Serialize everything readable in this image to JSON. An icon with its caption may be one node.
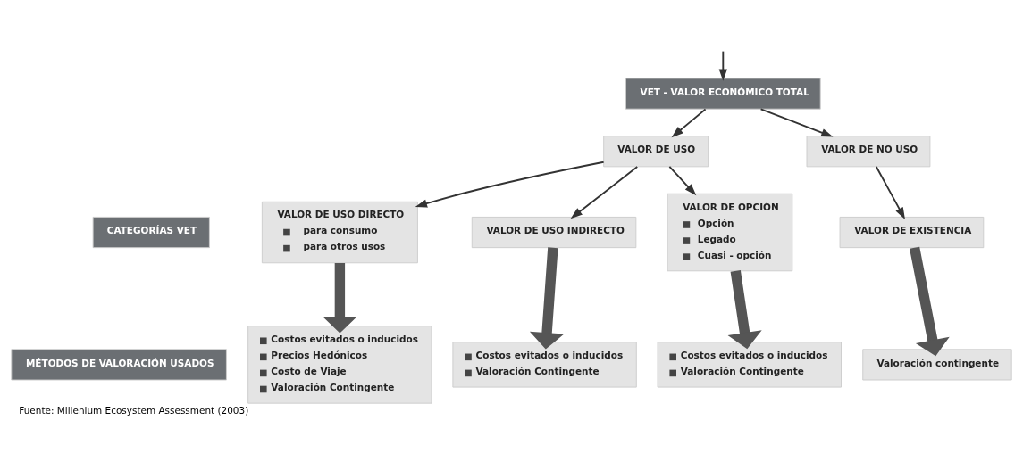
{
  "diagram": {
    "caption": "Fuente: Millenium Ecosystem Assessment (2003)",
    "nodes": [
      {
        "text": [
          "VET - VALOR ECONÓMICO TOTAL"
        ]
      },
      {
        "text": [
          "VALOR DE USO"
        ]
      },
      {
        "text": [
          "VALOR DE NO USO"
        ]
      },
      {
        "text": [
          "CATEGORÍAS VET"
        ]
      },
      {
        "text": [
          "VALOR DE USO DIRECTO",
          "para consumo",
          "para otros usos"
        ]
      },
      {
        "text": [
          "VALOR DE USO INDIRECTO"
        ]
      },
      {
        "text": [
          "VALOR DE OPCIÓN",
          "Opción",
          "Legado",
          "Cuasi - opción"
        ]
      },
      {
        "text": [
          "VALOR DE EXISTENCIA"
        ]
      },
      {
        "text": [
          "MÉTODOS DE VALORACIÓN USADOS"
        ]
      },
      {
        "text": [
          "Costos evitados o inducidos",
          "Precios Hedónicos",
          "Costo de Viaje",
          "Valoración Contingente"
        ]
      },
      {
        "text": [
          "Costos evitados o inducidos",
          "Valoración Contingente"
        ]
      },
      {
        "text": [
          "Costos evitados o inducidos",
          "Valoración Contingente"
        ]
      },
      {
        "text": [
          "Valoración contingente"
        ]
      }
    ],
    "edges": [
      {
        "from": null,
        "to": 0,
        "arrow": "to"
      },
      {
        "from": 0,
        "to": 1,
        "arrow": "to"
      },
      {
        "from": 0,
        "to": 2,
        "arrow": "to"
      },
      {
        "from": 1,
        "to": 4,
        "arrow": "to"
      },
      {
        "from": 1,
        "to": 5,
        "arrow": "to"
      },
      {
        "from": 1,
        "to": 6,
        "arrow": "to"
      },
      {
        "from": 2,
        "to": 7,
        "arrow": "to"
      },
      {
        "from": 4,
        "to": 9,
        "arrow": "to",
        "style": "thick"
      },
      {
        "from": 5,
        "to": 10,
        "arrow": "to",
        "style": "thick"
      },
      {
        "from": 6,
        "to": 11,
        "arrow": "to",
        "style": "thick"
      },
      {
        "from": 7,
        "to": 12,
        "arrow": "to",
        "style": "thick"
      }
    ]
  }
}
